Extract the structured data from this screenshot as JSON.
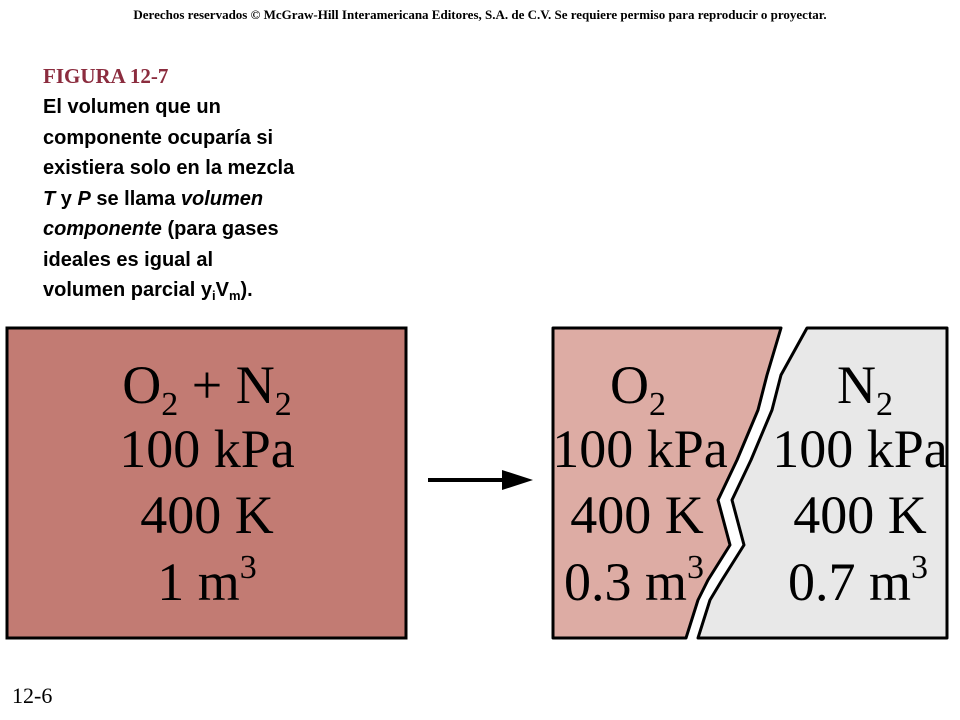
{
  "copyright": "Derechos reservados © McGraw-Hill Interamericana Editores, S.A. de C.V. Se requiere permiso para reproducir o proyectar.",
  "figure_label": "FIGURA 12-7",
  "caption": {
    "l1": "El volumen que un",
    "l2": "componente ocuparía si",
    "l3": "existiera solo en la mezcla",
    "l4_T": "T",
    "l4_y": " y ",
    "l4_P": "P",
    "l4_rest": " se llama ",
    "l4_volumen": "volumen",
    "l5_componente": "componente",
    "l5_rest": " (para gases",
    "l6": "ideales es igual al",
    "l7_pre": "volumen parcial y",
    "l7_sub_i": "i",
    "l7_V": "V",
    "l7_sub_m": "m",
    "l7_end": ")."
  },
  "page_number": "12-6",
  "mixture": {
    "formula_O": "O",
    "formula_sub1": "2",
    "formula_plus": " + N",
    "formula_sub2": "2",
    "pressure": "100 kPa",
    "temperature": "400 K",
    "volume_base": "1 m",
    "volume_exp": "3"
  },
  "component_O2": {
    "name_base": "O",
    "name_sub": "2",
    "pressure": "100 kPa",
    "temperature": "400 K",
    "volume_base": "0.3 m",
    "volume_exp": "3"
  },
  "component_N2": {
    "name_base": "N",
    "name_sub": "2",
    "pressure": "100 kPa",
    "temperature": "400 K",
    "volume_base": "0.7 m",
    "volume_exp": "3"
  },
  "colors": {
    "mixture_fill": "#c27b73",
    "o2_fill": "#ddaca4",
    "n2_fill": "#e8e8e8",
    "title_color": "#8b2c3e"
  }
}
